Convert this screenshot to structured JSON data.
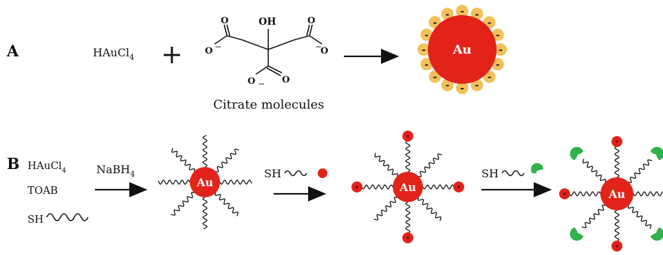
{
  "colors": {
    "gold_core": "#e2231a",
    "citrate_shell": "#f2c15c",
    "red_ligand": "#e2231a",
    "green_ligand": "#2fb24a",
    "ink": "#111111"
  },
  "panel_a": {
    "label": "A",
    "reactant": "HAuCl",
    "reactant_sub": "4",
    "plus": "+",
    "oh": "OH",
    "o": "O",
    "minus": "−",
    "citrate_caption": "Citrate molecules",
    "particle_label": "Au",
    "shell_charge": "-"
  },
  "panel_b": {
    "label": "B",
    "reagent_1": "HAuCl",
    "reagent_1_sub": "4",
    "reagent_2": "TOAB",
    "reagent_3": "SH",
    "arrow_1_label": "NaBH",
    "arrow_1_sub": "4",
    "arrow_2_label": "SH",
    "arrow_3_label": "SH",
    "particle_label": "Au"
  }
}
